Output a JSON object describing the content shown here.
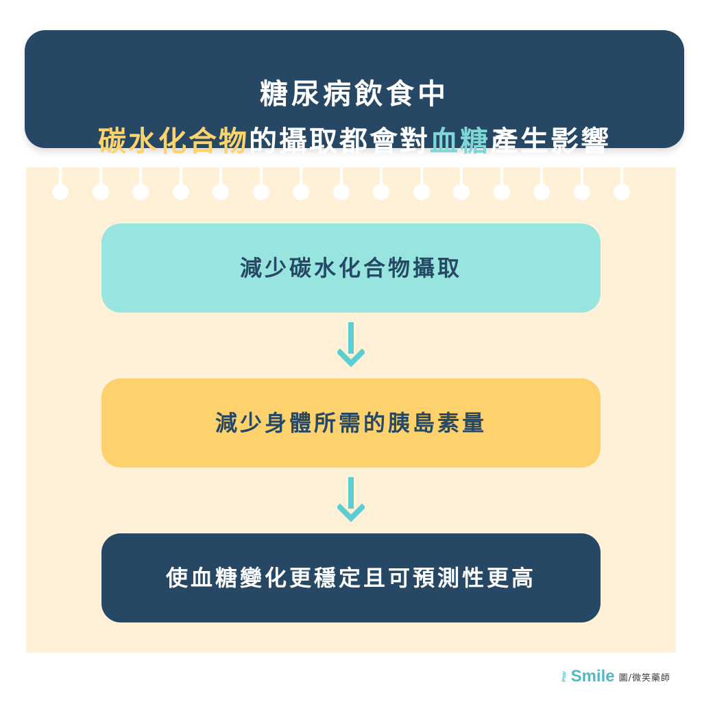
{
  "title": {
    "line1": "糖尿病飲食中",
    "line2_part1": "碳水化合物",
    "line2_part2": "的攝取都會對",
    "line2_part3": "血糖",
    "line2_part4": "產生影響"
  },
  "flow": {
    "steps": [
      {
        "label": "減少碳水化合物攝取"
      },
      {
        "label": "減少身體所需的胰島素量"
      },
      {
        "label": "使血糖變化更穩定且可預測性更高"
      }
    ]
  },
  "credit": {
    "prefix": "Phar",
    "brand": "Smile",
    "note": "圖/微笑藥師"
  },
  "colors": {
    "navy": "#264865",
    "teal": "#98e4df",
    "yellow": "#fdd16c",
    "paper": "#fef1d8",
    "arrow": "#5ccdd0"
  }
}
